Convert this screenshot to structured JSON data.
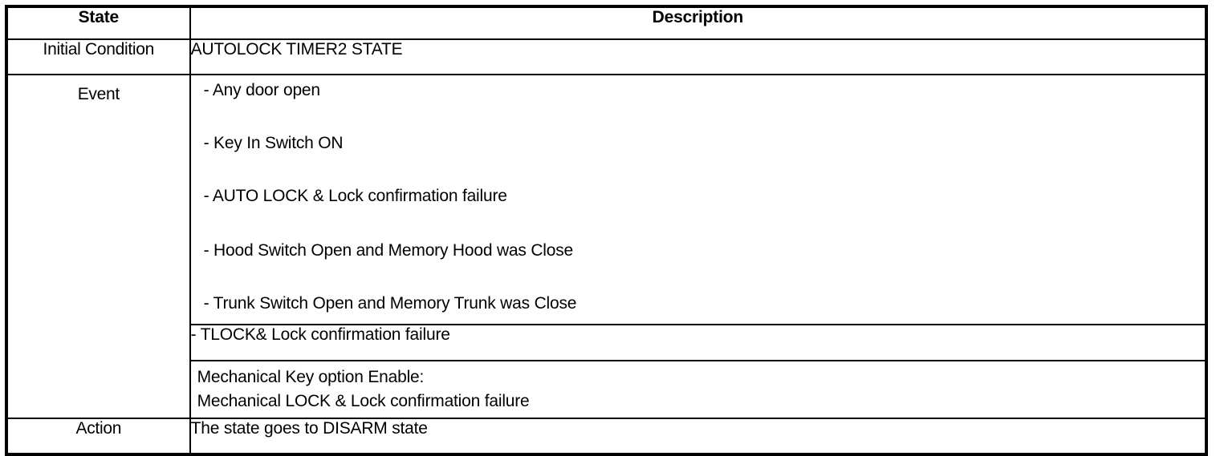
{
  "table": {
    "headers": {
      "state": "State",
      "description": "Description"
    },
    "rows": {
      "initial_condition": {
        "label": "Initial Condition",
        "description": "AUTOLOCK TIMER2 STATE"
      },
      "event": {
        "label": "Event",
        "items": [
          "-  Any door open",
          "-  Key In Switch ON",
          "-  AUTO LOCK & Lock confirmation failure",
          "-  Hood Switch Open and Memory Hood was Close",
          "-  Trunk Switch Open and Memory Trunk was Close"
        ],
        "tlock": "-  TLOCK& Lock confirmation failure",
        "mechanical": {
          "line1": "Mechanical Key option Enable:",
          "line2": "Mechanical LOCK & Lock confirmation failure"
        }
      },
      "action": {
        "label": "Action",
        "description": "The state goes to DISARM state"
      }
    }
  },
  "colors": {
    "border": "#000000",
    "text": "#000000",
    "background": "#ffffff"
  }
}
